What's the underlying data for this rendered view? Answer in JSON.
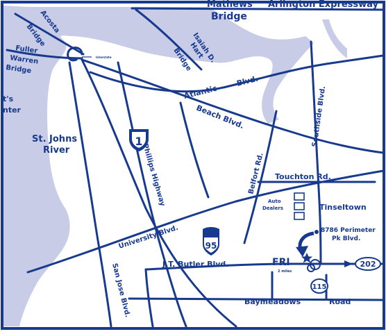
{
  "colors": {
    "water": "#c8cce6",
    "ink": "#173a8e",
    "land": "#ffffff"
  },
  "labels": {
    "mathews_bridge": "Mathews",
    "arlington_expressway": "Arlington Expressway",
    "bridge": "Bridge",
    "acosta_1": "Acosta",
    "acosta_2": "Bridge",
    "fuller_1": "Fuller",
    "fuller_2": "Warren",
    "fuller_3": "Bridge",
    "isaiah_1": "Isaiah D.",
    "isaiah_2": "Hart",
    "isaiah_3": "Bridge",
    "pointer_note": "Interstate",
    "atlantic": "Atlantic",
    "atlantic_blvd": "Blvd.",
    "beach_blvd": "Beach Blvd.",
    "southside_blvd": "Southside Blvd.",
    "cut_1": "t's",
    "cut_2": "nter",
    "st_johns_1": "St. Johns",
    "st_johns_2": "River",
    "phillips_hwy": "Phillips Highway",
    "belfort_rd": "Belfort Rd.",
    "touchton_rd": "Touchton Rd.",
    "auto_1": "Auto",
    "auto_2": "Dealers",
    "tinseltown": "Tinseltown",
    "perimeter_1": "8786 Perimeter",
    "perimeter_2": "Pk Blvd.",
    "university_blvd": "University Blvd.",
    "san_jose_blvd": "San Jose Blvd.",
    "jt_butler_blvd": "J.T. Butler Blvd.",
    "fri": "FRI",
    "miles": "2 miles",
    "baymeadows": "Baymeadows",
    "road": "Road"
  },
  "shields": {
    "i1": "1",
    "i95": "95",
    "sr202": "202",
    "sr115": "115"
  }
}
